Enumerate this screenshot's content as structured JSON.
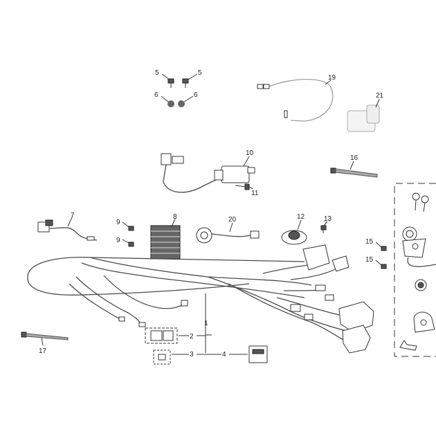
{
  "diagram": {
    "callouts": {
      "c1": "1",
      "c2": "2",
      "c3": "3",
      "c4": "4",
      "c5a": "5",
      "c5b": "5",
      "c6a": "6",
      "c6b": "6",
      "c7": "7",
      "c8": "8",
      "c9a": "9",
      "c9b": "9",
      "c10": "10",
      "c11": "11",
      "c12": "12",
      "c13": "13",
      "c15a": "15",
      "c15b": "15",
      "c16": "16",
      "c17": "17",
      "c19": "19",
      "c20": "20",
      "c21": "21"
    }
  }
}
